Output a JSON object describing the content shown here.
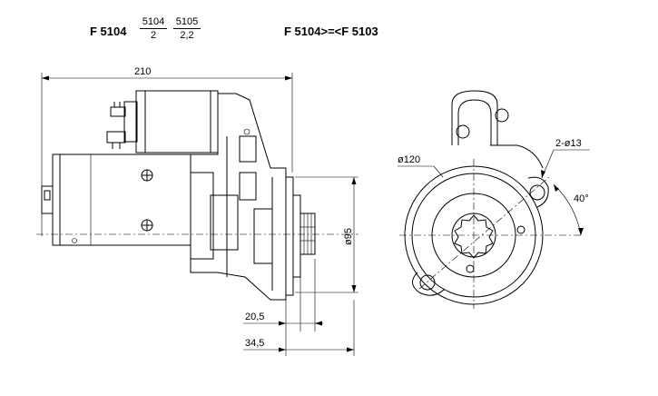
{
  "header": {
    "model": "F 5104",
    "frac1": {
      "num": "5104",
      "den": "2"
    },
    "frac2": {
      "num": "5105",
      "den": "2,2"
    },
    "equivalence": "F 5104>=<F 5103"
  },
  "dimensions": {
    "length": "210",
    "diameter_pilot": "ø95",
    "offset_a": "20,5",
    "offset_b": "34,5",
    "flange_diameter": "ø120",
    "holes": "2-ø13",
    "angle": "40°"
  }
}
